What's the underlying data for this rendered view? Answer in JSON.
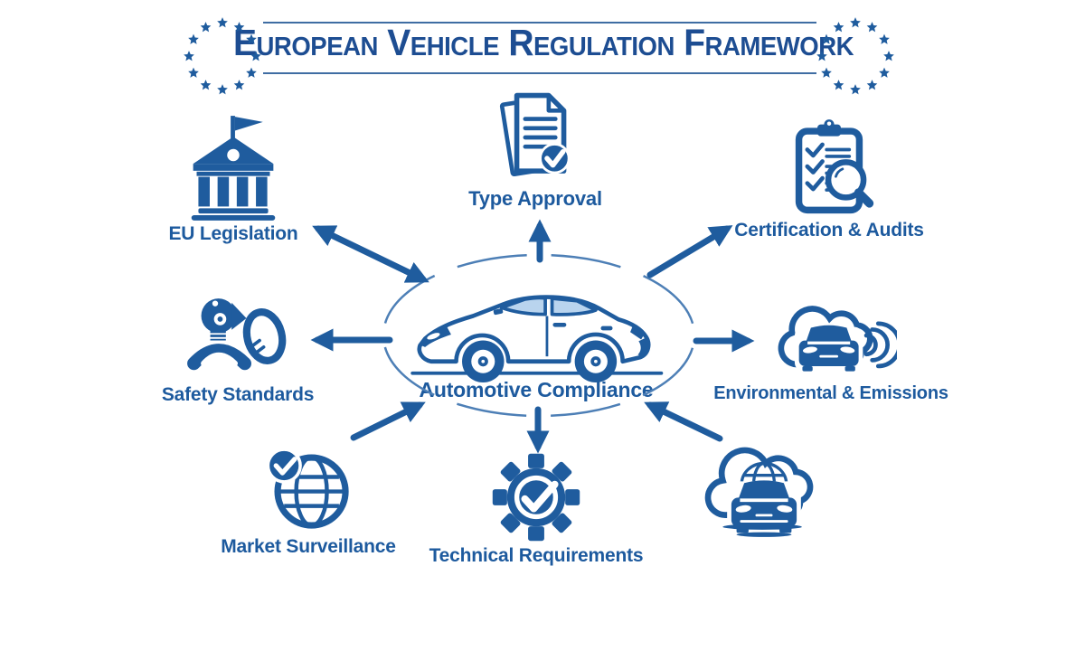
{
  "title": "European Vehicle Regulation Framework",
  "header": {
    "left_decoration": "eu-stars-circle",
    "right_decoration": "eu-stars-circle"
  },
  "center": {
    "label": "Automotive Compliance",
    "icon": "car-side-icon"
  },
  "nodes": [
    {
      "id": "eu-legislation",
      "label": "EU Legislation",
      "icon": "government-building-icon"
    },
    {
      "id": "type-approval",
      "label": "Type Approval",
      "icon": "document-check-icon"
    },
    {
      "id": "certification-audits",
      "label": "Certification & Audits",
      "icon": "clipboard-magnifier-icon"
    },
    {
      "id": "safety-standards",
      "label": "Safety Standards",
      "icon": "crash-dummy-airbag-icon"
    },
    {
      "id": "environmental-emissions",
      "label": "Environmental & Emissions",
      "icon": "cloud-car-emissions-icon"
    },
    {
      "id": "market-surveillance",
      "label": "Market Surveillance",
      "icon": "globe-check-icon"
    },
    {
      "id": "technical-requirements",
      "label": "Technical Requirements",
      "icon": "gear-check-icon"
    },
    {
      "id": "connected-vehicle",
      "label": "",
      "icon": "cloud-connected-car-icon"
    }
  ],
  "connectors": [
    {
      "from": "center",
      "to": "eu-legislation",
      "style": "double-headed"
    },
    {
      "from": "center",
      "to": "type-approval",
      "style": "outward"
    },
    {
      "from": "center",
      "to": "certification-audits",
      "style": "outward"
    },
    {
      "from": "center",
      "to": "safety-standards",
      "style": "outward"
    },
    {
      "from": "center",
      "to": "environmental-emissions",
      "style": "outward"
    },
    {
      "from": "market-surveillance",
      "to": "center",
      "style": "inward"
    },
    {
      "from": "center",
      "to": "technical-requirements",
      "style": "outward"
    },
    {
      "from": "connected-vehicle",
      "to": "center",
      "style": "inward"
    }
  ],
  "colors": {
    "primary_blue": "#1f5c9e",
    "title_navy": "#1d4d92",
    "label_blue": "#1d5a9e",
    "light_blue_glass": "#b9d4ee",
    "ellipse_blue": "#4d7fb6",
    "background": "#ffffff"
  }
}
